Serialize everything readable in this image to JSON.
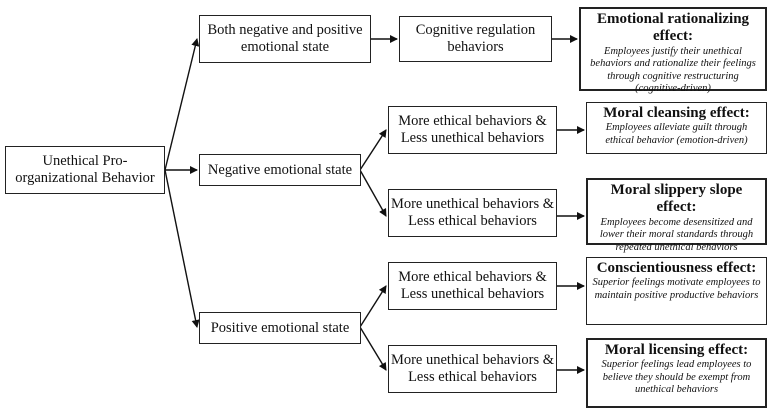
{
  "root": {
    "label": "Unethical Pro-organizational Behavior"
  },
  "states": {
    "both": "Both negative and positive emotional state",
    "negative": "Negative emotional state",
    "positive": "Positive emotional state"
  },
  "behaviors": {
    "cognitive": "Cognitive regulation behaviors",
    "neg_ethical": "More ethical behaviors & Less unethical behaviors",
    "neg_unethical": "More unethical behaviors & Less ethical behaviors",
    "pos_ethical": "More ethical behaviors & Less unethical behaviors",
    "pos_unethical": "More unethical behaviors & Less ethical behaviors"
  },
  "effects": {
    "rationalizing": {
      "title": "Emotional rationalizing effect",
      "desc": "Employees justify their unethical behaviors and rationalize their feelings through cognitive restructuring (cognitive-driven)"
    },
    "cleansing": {
      "title": "Moral cleansing effect",
      "desc": "Employees alleviate guilt through ethical behavior (emotion-driven)"
    },
    "slippery": {
      "title": "Moral slippery slope effect",
      "desc": "Employees become desensitized and lower their moral standards through repeated unethical behaviors"
    },
    "conscientiousness": {
      "title": "Conscientiousness effect",
      "desc": "Superior feelings motivate employees to maintain positive productive behaviors"
    },
    "licensing": {
      "title": "Moral licensing effect",
      "desc": "Superior feelings lead employees to believe they should be exempt from unethical behaviors"
    }
  }
}
